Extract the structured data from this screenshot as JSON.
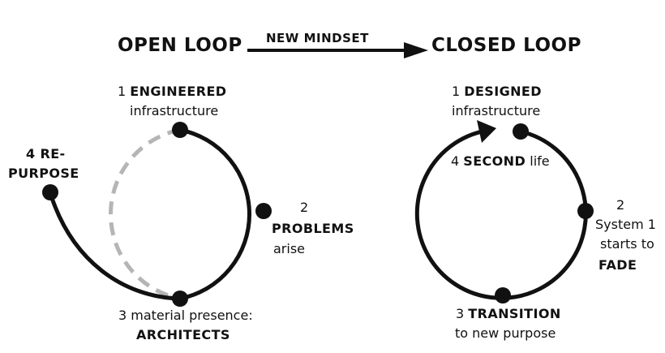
{
  "header": {
    "open_loop": "OPEN LOOP",
    "mindset": "NEW MINDSET",
    "closed_loop": "CLOSED LOOP"
  },
  "open": {
    "s1_num": "1",
    "s1_bold": "ENGINEERED",
    "s1_sub": "infrastructure",
    "s2_num": "2",
    "s2_bold": "PROBLEMS",
    "s2_sub": "arise",
    "s3_line": "3 material presence:",
    "s3_bold": "ARCHITECTS",
    "s4_a": "4 RE-",
    "s4_b": "PURPOSE"
  },
  "closed": {
    "s1_num": "1",
    "s1_bold": "DESIGNED",
    "s1_sub": "infrastructure",
    "s2_num": "2",
    "s2_l1": "System 1",
    "s2_l2": "starts to",
    "s2_bold": "FADE",
    "s3_num": "3",
    "s3_bold": "TRANSITION",
    "s3_sub": "to new purpose",
    "s4_num": "4",
    "s4_bold": "SECOND",
    "s4_tail": "life"
  },
  "colors": {
    "ink": "#111111",
    "dashed": "#b5b5b5",
    "background": "#ffffff"
  }
}
